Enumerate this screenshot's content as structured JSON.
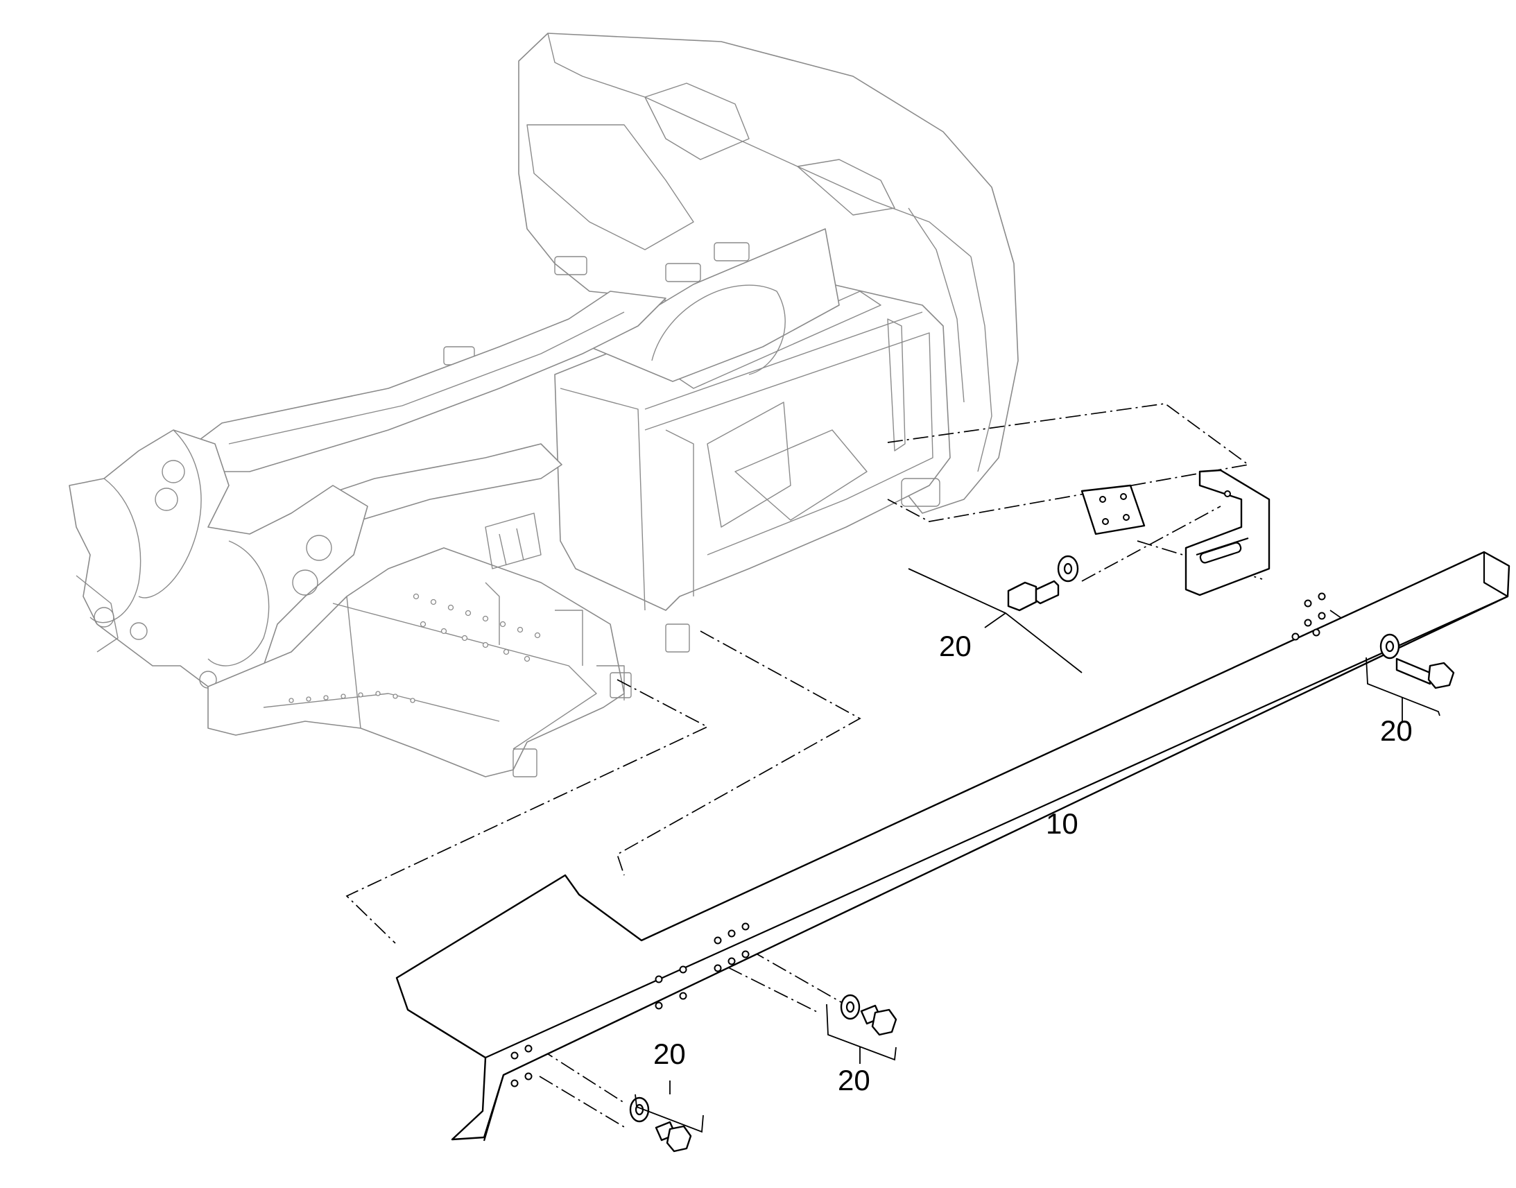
{
  "callouts": {
    "beam": "10",
    "bolt_upper_bracket": "20",
    "bolt_right_end": "20",
    "bolt_middle": "20",
    "bolt_left_end": "20"
  }
}
